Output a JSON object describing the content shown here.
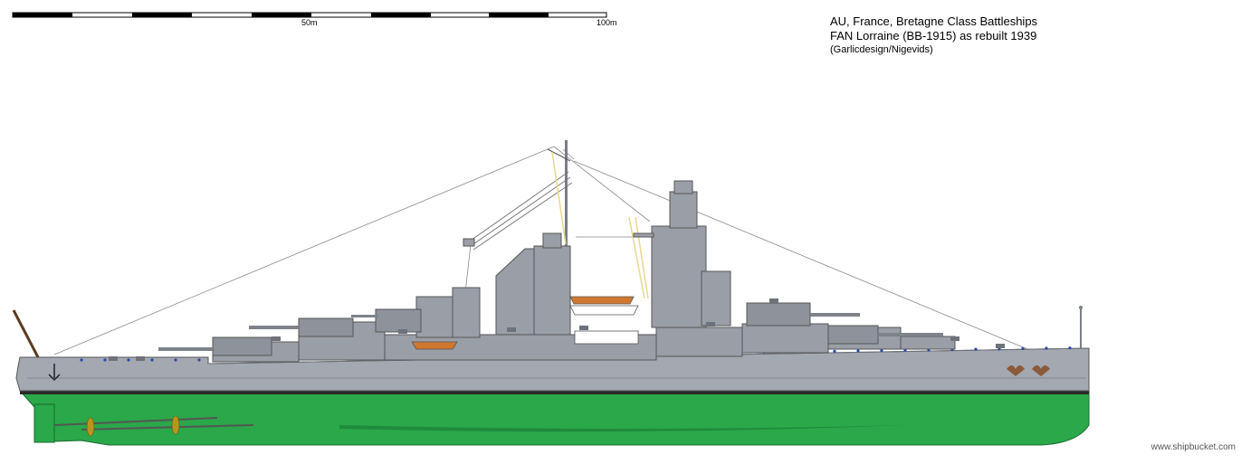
{
  "scale": {
    "label_mid": "50m",
    "label_end": "100m"
  },
  "title": {
    "line1": "AU, France, Bretagne Class Battleships",
    "line2": "FAN Lorraine (BB-1915) as rebuilt 1939",
    "line3": "(Garlicdesign/Nigevids)"
  },
  "watermark": "www.shipbucket.com",
  "colors": {
    "hull_grey": "#a4a8b0",
    "superstructure_grey": "#9a9ea6",
    "dark_grey": "#6e727a",
    "underwater_green": "#2aa84a",
    "boot_topping": "#2b2b2b",
    "porthole_blue": "#2a4aa8",
    "boat_orange": "#d07830",
    "propeller_gold": "#b8961e",
    "rigging": "#8a8a8a"
  }
}
